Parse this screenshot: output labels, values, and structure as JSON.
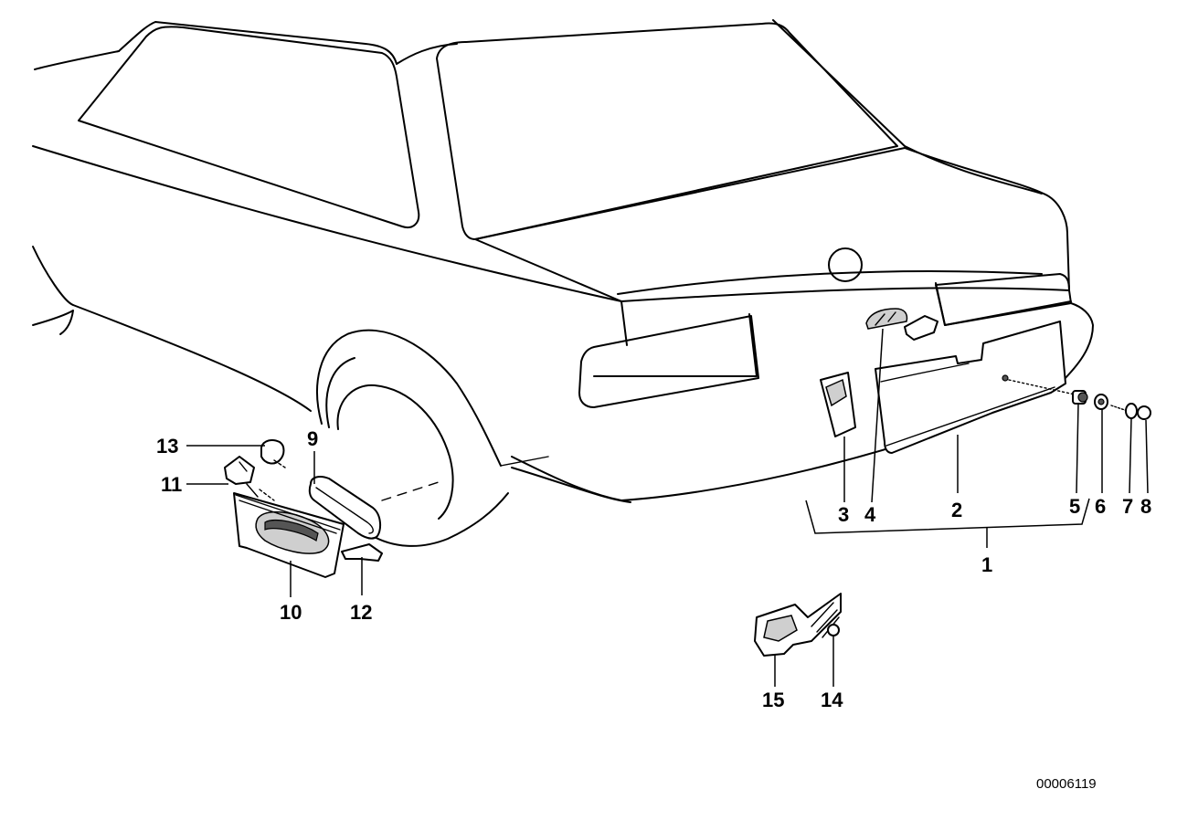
{
  "diagram": {
    "callouts": [
      {
        "id": "1",
        "label": "1"
      },
      {
        "id": "2",
        "label": "2"
      },
      {
        "id": "3",
        "label": "3"
      },
      {
        "id": "4",
        "label": "4"
      },
      {
        "id": "5",
        "label": "5"
      },
      {
        "id": "6",
        "label": "6"
      },
      {
        "id": "7",
        "label": "7"
      },
      {
        "id": "8",
        "label": "8"
      },
      {
        "id": "9",
        "label": "9"
      },
      {
        "id": "10",
        "label": "10"
      },
      {
        "id": "11",
        "label": "11"
      },
      {
        "id": "12",
        "label": "12"
      },
      {
        "id": "13",
        "label": "13"
      },
      {
        "id": "14",
        "label": "14"
      },
      {
        "id": "15",
        "label": "15"
      }
    ],
    "document_id": "00006119"
  }
}
